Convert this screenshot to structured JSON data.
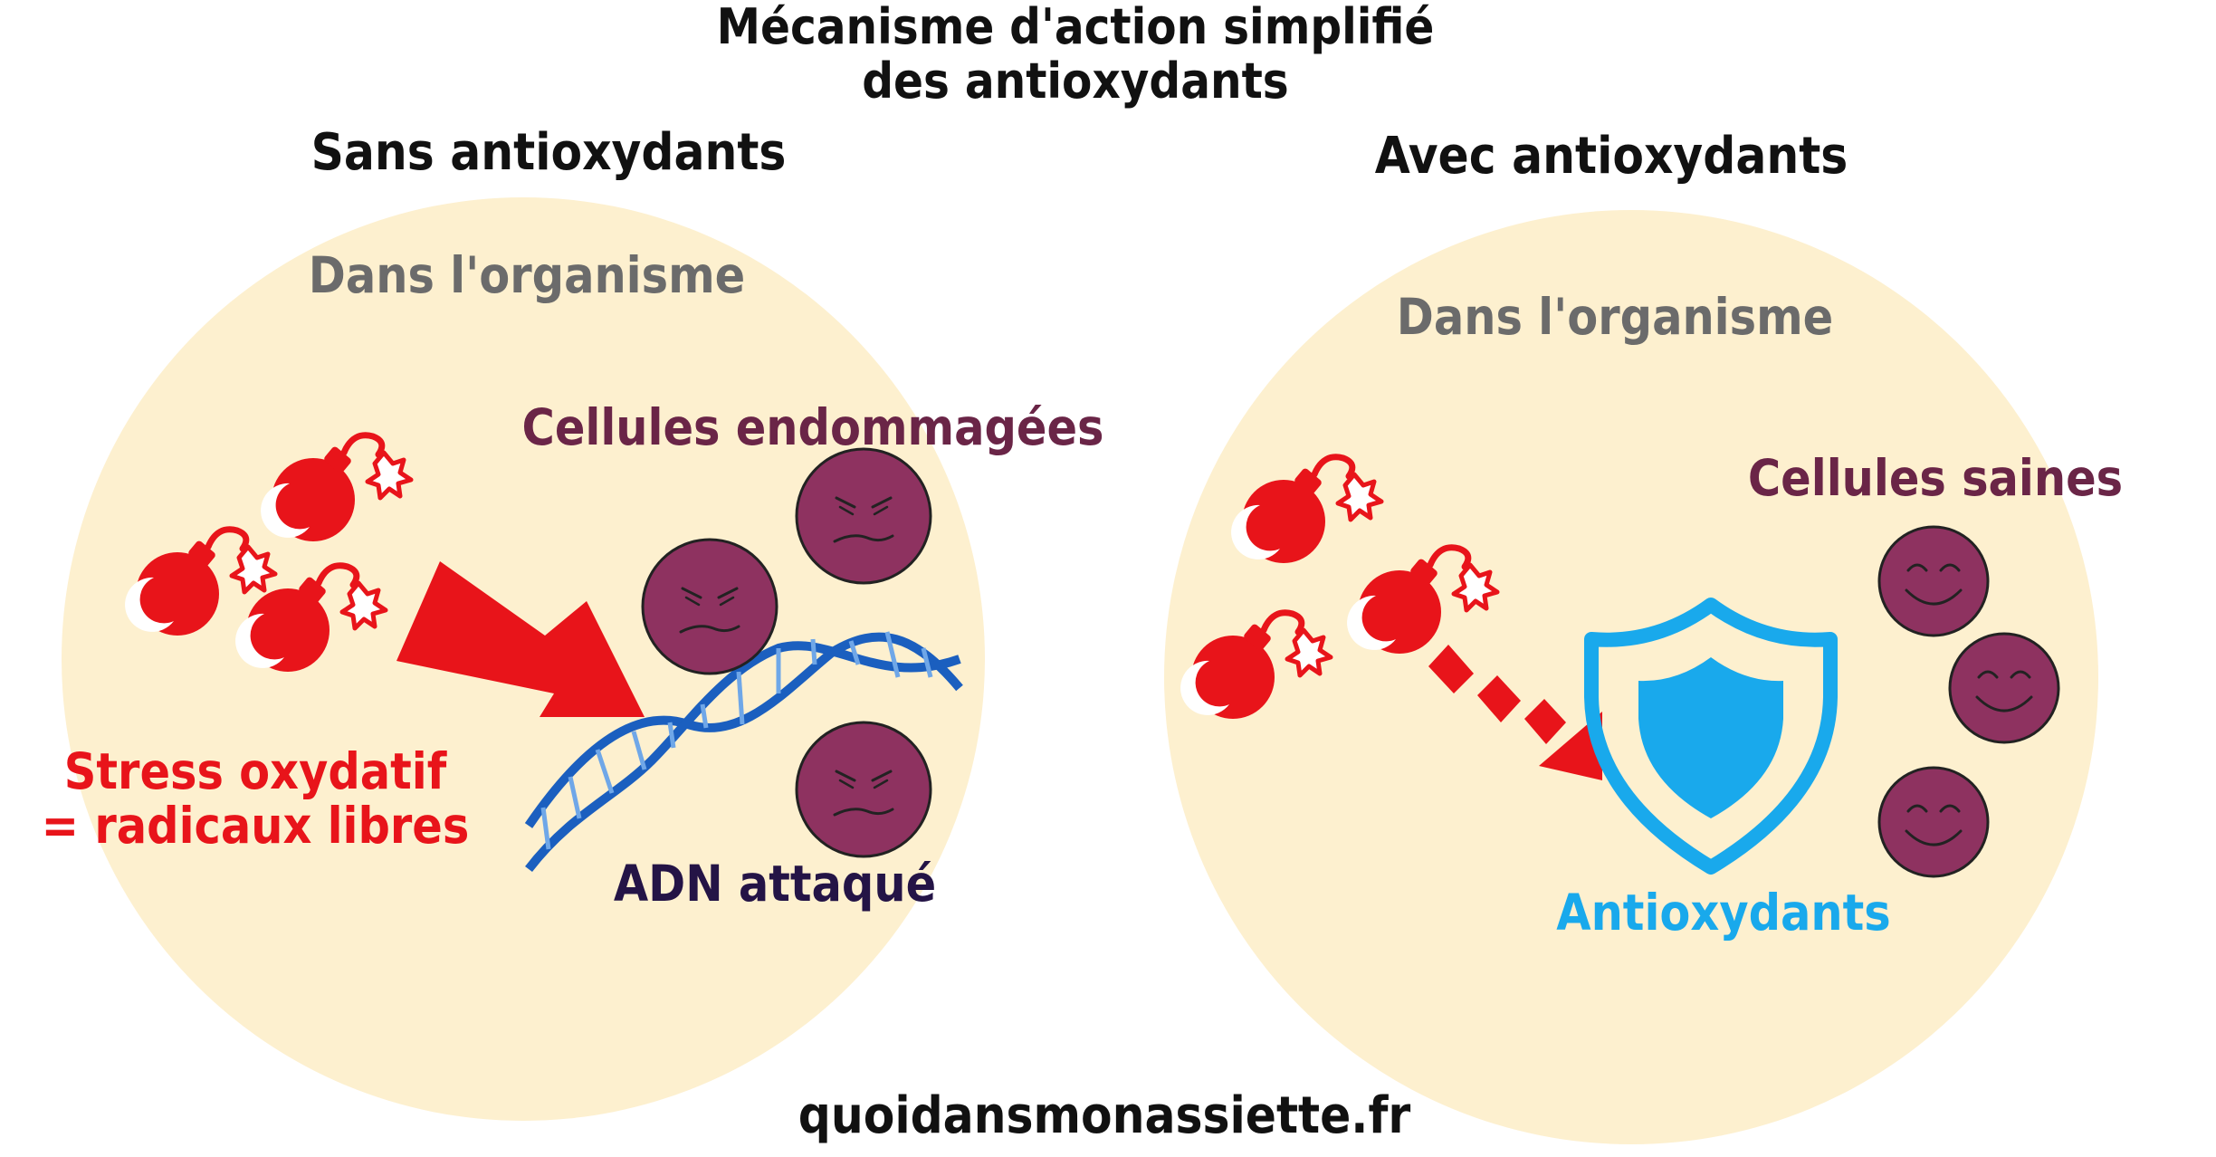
{
  "title": {
    "line1": "Mécanisme d'action simplifié",
    "line2": "des antioxydants"
  },
  "left_panel": {
    "heading": "Sans antioxydants",
    "context_label": "Dans l'organisme",
    "cells_label": "Cellules endommagées",
    "cells_state": "angry-face",
    "radicals_label_line1": "Stress oxydatif",
    "radicals_label_line2": "= radicaux libres",
    "dna_label": "ADN attaqué",
    "icons": [
      "bomb-icon",
      "arrow-icon",
      "dna-helix-icon",
      "angry-cell-icon"
    ]
  },
  "right_panel": {
    "heading": "Avec antioxydants",
    "context_label": "Dans l'organisme",
    "cells_label": "Cellules saines",
    "cells_state": "smiling-face",
    "shield_label": "Antioxydants",
    "icons": [
      "bomb-icon",
      "dashed-arrow-icon",
      "shield-icon",
      "smiling-cell-icon"
    ]
  },
  "footer": {
    "source": "quoidansmonassiette.fr"
  },
  "colors": {
    "circle_fill": "#fdf0cf",
    "radical_red": "#e8141a",
    "cell_purple": "#8e3260",
    "shield_blue": "#19a9ec",
    "dna_blue": "#1b5fbf",
    "cell_label": "#6a2547",
    "context_grey": "#6b6b6b"
  }
}
